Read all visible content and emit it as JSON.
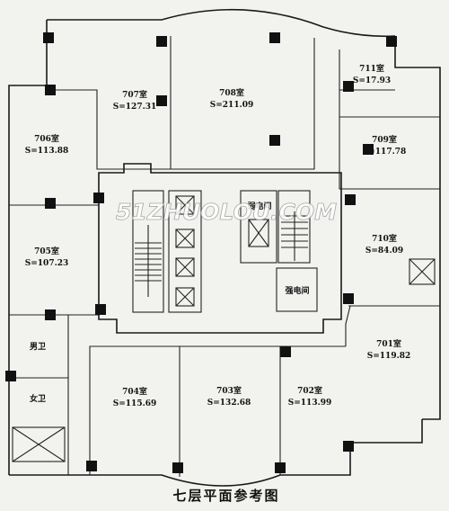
{
  "title": "七层平面参考图",
  "watermark": "51ZHUOLOU.COM",
  "rooms": [
    {
      "id": "707",
      "name": "707室",
      "area": "S=127.31"
    },
    {
      "id": "708",
      "name": "708室",
      "area": "S=211.09"
    },
    {
      "id": "711",
      "name": "711室",
      "area": "S=17.93"
    },
    {
      "id": "706",
      "name": "706室",
      "area": "S=113.88"
    },
    {
      "id": "709",
      "name": "709室",
      "area": "S=117.78"
    },
    {
      "id": "705",
      "name": "705室",
      "area": "S=107.23"
    },
    {
      "id": "710",
      "name": "710室",
      "area": "S=84.09"
    },
    {
      "id": "701",
      "name": "701室",
      "area": "S=119.82"
    },
    {
      "id": "704",
      "name": "704室",
      "area": "S=115.69"
    },
    {
      "id": "703",
      "name": "703室",
      "area": "S=132.68"
    },
    {
      "id": "702",
      "name": "702室",
      "area": "S=113.99"
    }
  ],
  "facilities": {
    "mens_toilet": "男卫",
    "womens_toilet": "女卫",
    "weak_current_room": "弱电间",
    "strong_current_room": "强电间"
  }
}
